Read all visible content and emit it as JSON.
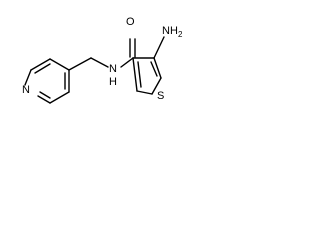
{
  "molecule": {
    "atoms": {
      "oxygen": "O",
      "nitrogen_amide": "N",
      "nitrogen_amide_h": "H",
      "nitrogen_pyridine": "N",
      "sulfur": "S",
      "amino_n": "N",
      "amino_h": "H",
      "amino_subscript": "2"
    }
  }
}
